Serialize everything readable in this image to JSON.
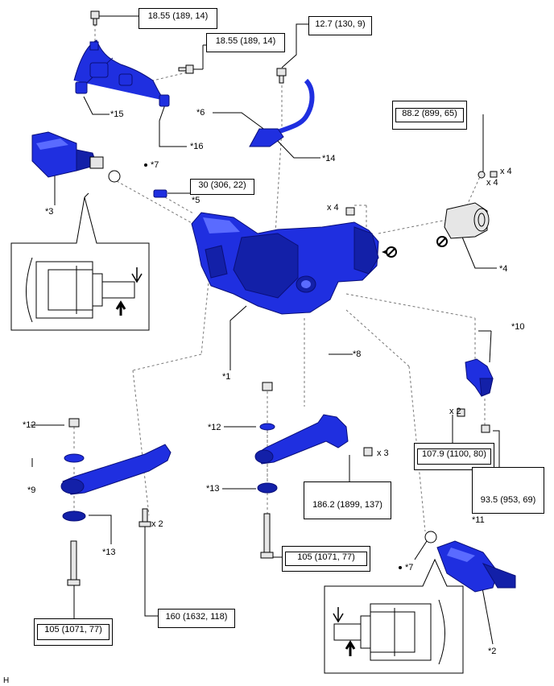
{
  "callouts": {
    "c1": "*1",
    "c2": "*2",
    "c3": "*3",
    "c4": "*4",
    "c5": "*5",
    "c6": "*6",
    "c7a": "*7",
    "c7b": "*7",
    "c8": "*8",
    "c9": "*9",
    "c10": "*10",
    "c11": "*11",
    "c12a": "*12",
    "c12b": "*12",
    "c13a": "*13",
    "c13b": "*13",
    "c14": "*14",
    "c15": "*15",
    "c16": "*16",
    "x4a": "x 4",
    "x4b": "x 4",
    "x4c": "x 4",
    "x2a": "x 2",
    "x2b": "x 2",
    "x3": "x 3",
    "code": "H"
  },
  "torque": {
    "t1": "18.55 (189, 14)",
    "t2": "18.55 (189, 14)",
    "t3": "12.7 (130, 9)",
    "t4": "88.2 (899, 65)",
    "t5": "30 (306, 22)",
    "t6": "107.9 (1100, 80)",
    "t7": "93.5 (953, 69)",
    "t8": "186.2 (1899, 137)",
    "t9": "105 (1071, 77)",
    "t10": "160 (1632, 118)",
    "t11": "105 (1071, 77)"
  },
  "colors": {
    "part": "#1f2fe0",
    "part_dark": "#1320a8",
    "part_highlight": "#5a6bff"
  }
}
